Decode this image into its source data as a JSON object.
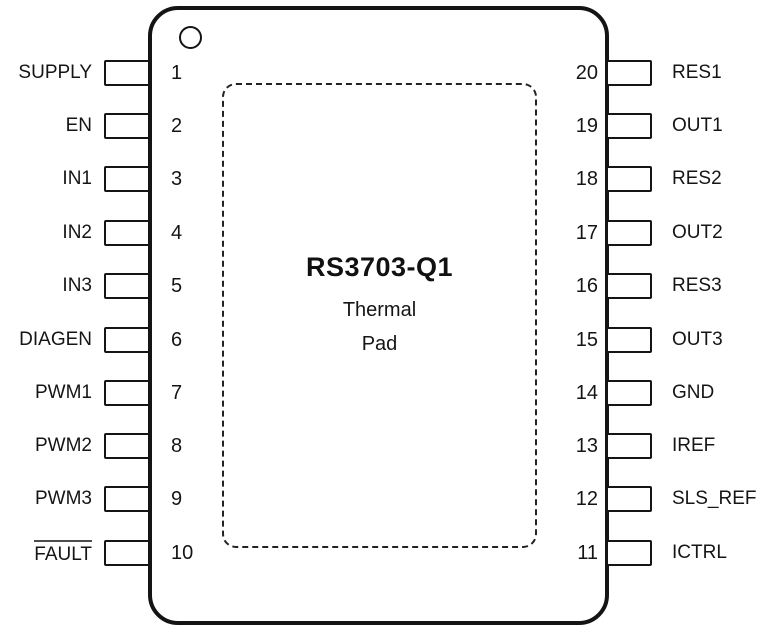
{
  "chip": {
    "part_number": "RS3703-Q1",
    "pad_label_line1": "Thermal",
    "pad_label_line2": "Pad"
  },
  "icons": {
    "pin1_marker": "pin-1-indicator-circle"
  },
  "colors": {
    "line": "#141414",
    "text": "#151515",
    "background": "#ffffff"
  },
  "pins": {
    "left": [
      {
        "number": "1",
        "name": "SUPPLY"
      },
      {
        "number": "2",
        "name": "EN"
      },
      {
        "number": "3",
        "name": "IN1"
      },
      {
        "number": "4",
        "name": "IN2"
      },
      {
        "number": "5",
        "name": "IN3"
      },
      {
        "number": "6",
        "name": "DIAGEN"
      },
      {
        "number": "7",
        "name": "PWM1"
      },
      {
        "number": "8",
        "name": "PWM2"
      },
      {
        "number": "9",
        "name": "PWM3"
      },
      {
        "number": "10",
        "name": "FAULT",
        "active_low": true
      }
    ],
    "right": [
      {
        "number": "20",
        "name": "RES1"
      },
      {
        "number": "19",
        "name": "OUT1"
      },
      {
        "number": "18",
        "name": "RES2"
      },
      {
        "number": "17",
        "name": "OUT2"
      },
      {
        "number": "16",
        "name": "RES3"
      },
      {
        "number": "15",
        "name": "OUT3"
      },
      {
        "number": "14",
        "name": "GND"
      },
      {
        "number": "13",
        "name": "IREF"
      },
      {
        "number": "12",
        "name": "SLS_REF"
      },
      {
        "number": "11",
        "name": "ICTRL"
      }
    ]
  }
}
